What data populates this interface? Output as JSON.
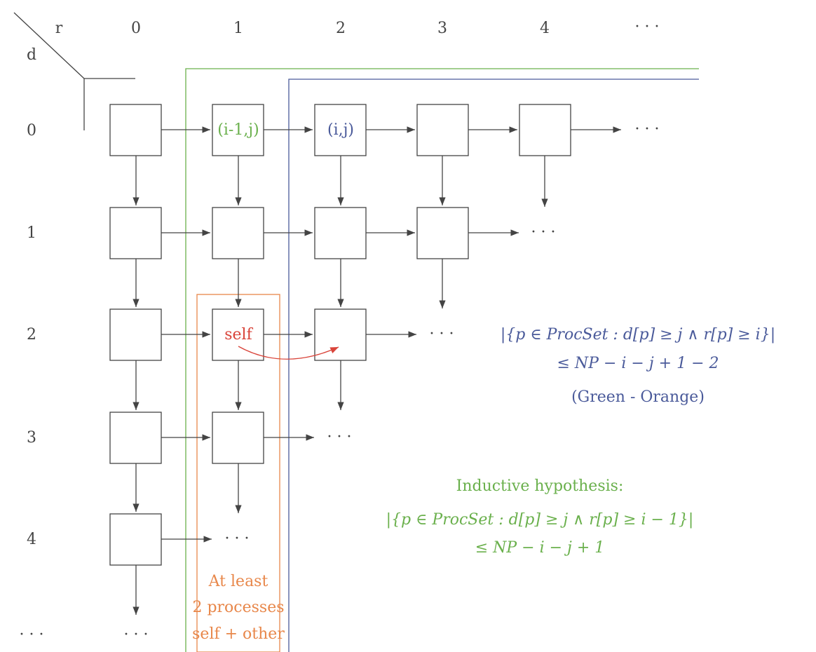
{
  "axes": {
    "row_axis": "d",
    "col_axis": "r"
  },
  "col_headers": [
    "0",
    "1",
    "2",
    "3",
    "4",
    "· · ·"
  ],
  "row_headers": [
    "0",
    "1",
    "2",
    "3",
    "4",
    "· · ·"
  ],
  "ellipsis": "· · ·",
  "cells": {
    "prev": "(i-1,j)",
    "current": "(i,j)",
    "self": "self"
  },
  "orange_box": {
    "line1": "At least",
    "line2": "2 processes",
    "line3": "self + other"
  },
  "blue_formula": {
    "line1": "|{p ∈ ProcSet : d[p] ≥ j ∧ r[p] ≥ i}|",
    "line2": "≤ NP − i − j + 1 − 2",
    "line3": "(Green - Orange)"
  },
  "green_formula": {
    "title": "Inductive hypothesis:",
    "line1": "|{p ∈ ProcSet : d[p] ≥ j ∧ r[p] ≥ i − 1}|",
    "line2": "≤ NP − i − j + 1"
  },
  "colors": {
    "grid": "#444444",
    "green": "#6ab04c",
    "blue": "#4a5a9a",
    "orange": "#e8874a",
    "red": "#d9443a"
  }
}
